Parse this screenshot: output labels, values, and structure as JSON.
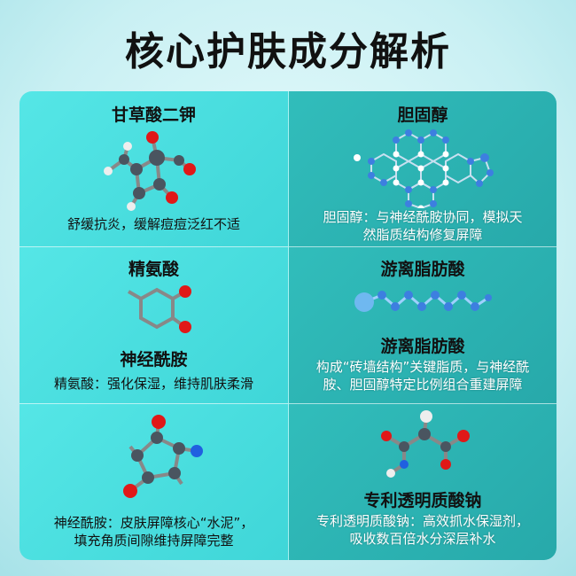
{
  "title": "核心护肤成分解析",
  "cells": [
    {
      "heading": "甘草酸二钾",
      "desc": "舒缓抗炎，缓解痘痘泛红不适"
    },
    {
      "heading": "胆固醇",
      "desc1": "胆固醇：与神经酰胺协同，模拟天",
      "desc2": "然脂质结构修复屏障"
    },
    {
      "heading": "精氨酸",
      "subheading": "神经酰胺",
      "desc": "精氨酸：强化保湿，维持肌肤柔滑"
    },
    {
      "heading": "游离脂肪酸",
      "subheading": "游离脂肪酸",
      "desc1": "构成“砖墙结构”关键脂质，与神经酰",
      "desc2": "胺、胆固醇特定比例组合重建屏障"
    },
    {
      "desc1": "神经酰胺：皮肤屏障核心“水泥”，",
      "desc2": "填充角质间隙维持屏障完整"
    },
    {
      "heading": "专利透明质酸钠",
      "desc1": "专利透明质酸钠：高效抓水保湿剂，",
      "desc2": "吸收数百倍水分深层补水"
    }
  ]
}
